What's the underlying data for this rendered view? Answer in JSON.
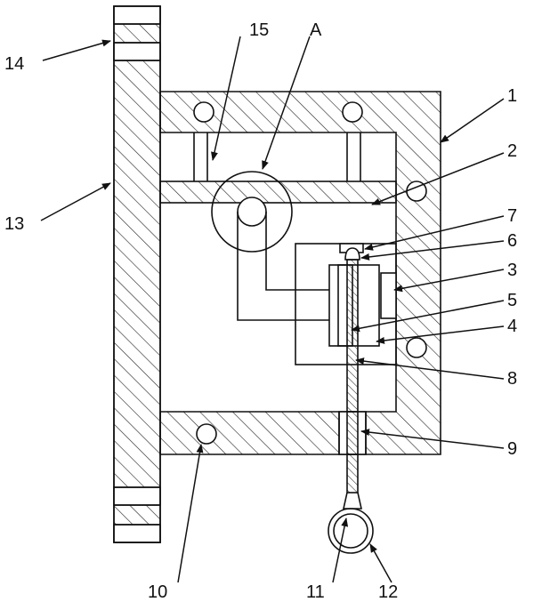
{
  "diagram": {
    "callouts": {
      "c1": "1",
      "c2": "2",
      "c3": "3",
      "c4": "4",
      "c5": "5",
      "c6": "6",
      "c7": "7",
      "c8": "8",
      "c9": "9",
      "c10": "10",
      "c11": "11",
      "c12": "12",
      "c13": "13",
      "c14": "14",
      "c15": "15",
      "cA": "A"
    },
    "colors": {
      "stroke": "#111111",
      "background": "#ffffff",
      "hatch": "#222222"
    }
  }
}
